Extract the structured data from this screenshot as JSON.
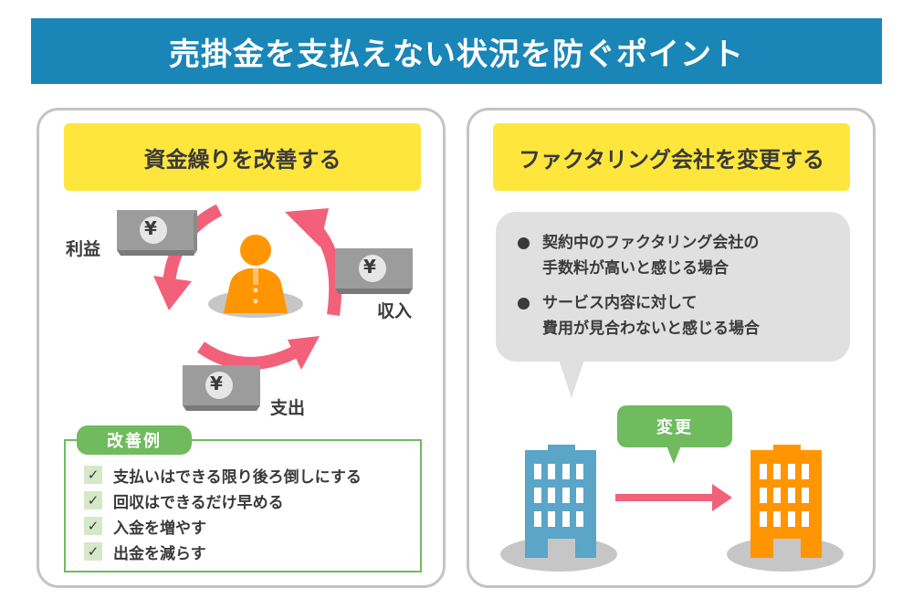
{
  "header": {
    "title": "売掛金を支払えない状況を防ぐポイント"
  },
  "left_panel": {
    "heading": "資金繰りを改善する",
    "cycle_labels": {
      "profit": "利益",
      "income": "収入",
      "expense": "支出"
    },
    "money_symbol": "¥",
    "examples": {
      "tag": "改善例",
      "check_glyph": "✓",
      "items": [
        "支払いはできる限り後ろ倒しにする",
        "回収はできるだけ早める",
        "入金を増やす",
        "出金を減らす"
      ]
    }
  },
  "right_panel": {
    "heading": "ファクタリング会社を変更する",
    "bubble_items": [
      {
        "line1": "契約中のファクタリング会社の",
        "line2": "手数料が高いと感じる場合"
      },
      {
        "line1": "サービス内容に対して",
        "line2": "費用が見合わないと感じる場合"
      }
    ],
    "change_label": "変更"
  },
  "colors": {
    "header_bg": "#1a86b8",
    "heading_bg": "#ffe63d",
    "accent_green": "#6fbb5e",
    "arrow_pink": "#f36079",
    "person_orange": "#ff9500",
    "building_blue": "#5aa5c8",
    "building_orange": "#ff9500"
  }
}
